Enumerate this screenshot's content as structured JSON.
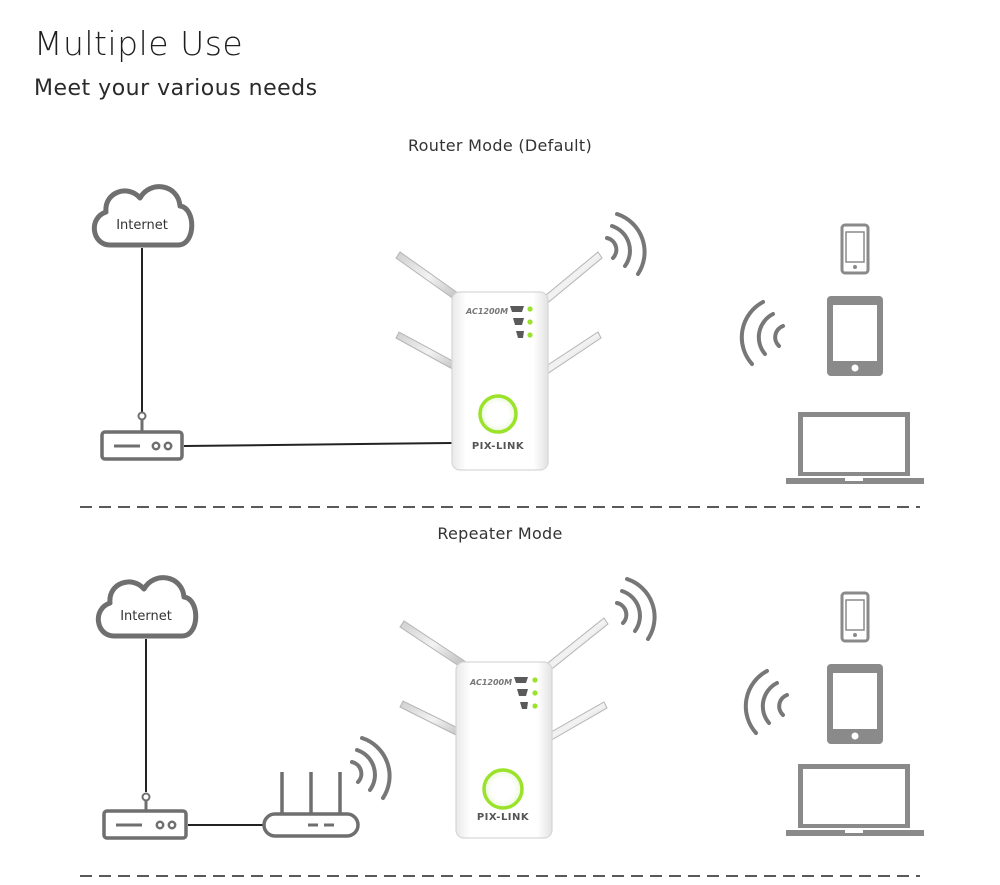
{
  "header": {
    "title": "Multiple Use",
    "subtitle": "Meet your various needs"
  },
  "sections": [
    {
      "label": "Router Mode (Default)",
      "cloud_label": "Internet",
      "device_model": "AC1200M",
      "device_brand": "PIX-LINK"
    },
    {
      "label": "Repeater Mode",
      "cloud_label": "Internet",
      "device_model": "AC1200M",
      "device_brand": "PIX-LINK"
    }
  ],
  "colors": {
    "icon_gray": "#6f6f6f",
    "device_gray": "#8a8a8a",
    "led_green": "#9be22a",
    "line": "#222222"
  }
}
